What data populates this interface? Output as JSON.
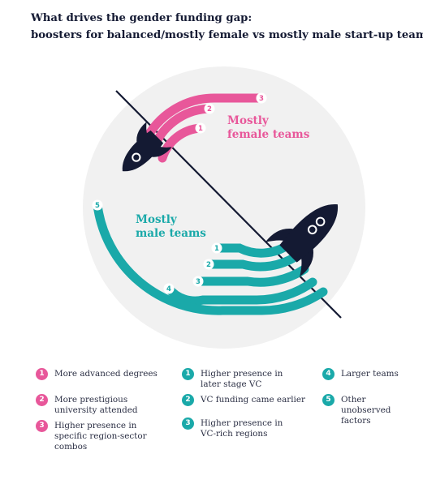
{
  "title_line1": "What drives the gender funding gap:",
  "title_line2": "boosters for balanced/mostly female vs mostly male start-up teams",
  "groups": {
    "female": {
      "label_line1": "Mostly",
      "label_line2": "female teams",
      "color": "#e8579a"
    },
    "male": {
      "label_line1": "Mostly",
      "label_line2": "male teams",
      "color": "#1aa9a9"
    }
  },
  "arc_numbers": {
    "female": [
      "1",
      "2",
      "3"
    ],
    "male": [
      "1",
      "2",
      "3",
      "4",
      "5"
    ]
  },
  "legend": {
    "female": [
      {
        "num": "1",
        "text": "More advanced degrees"
      },
      {
        "num": "2",
        "text": "More prestigious university attended"
      },
      {
        "num": "3",
        "text": "Higher presence in specific region-sector combos"
      }
    ],
    "male_a": [
      {
        "num": "1",
        "text": "Higher presence in later stage VC"
      },
      {
        "num": "2",
        "text": "VC funding came earlier"
      },
      {
        "num": "3",
        "text": "Higher presence in VC-rich regions"
      }
    ],
    "male_b": [
      {
        "num": "4",
        "text": "Larger teams"
      },
      {
        "num": "5",
        "text": "Other unobserved factors"
      }
    ]
  },
  "colors": {
    "navy": "#141a33",
    "circle_bg": "#f1f1f1",
    "pink": "#e8579a",
    "teal": "#1aa9a9"
  }
}
